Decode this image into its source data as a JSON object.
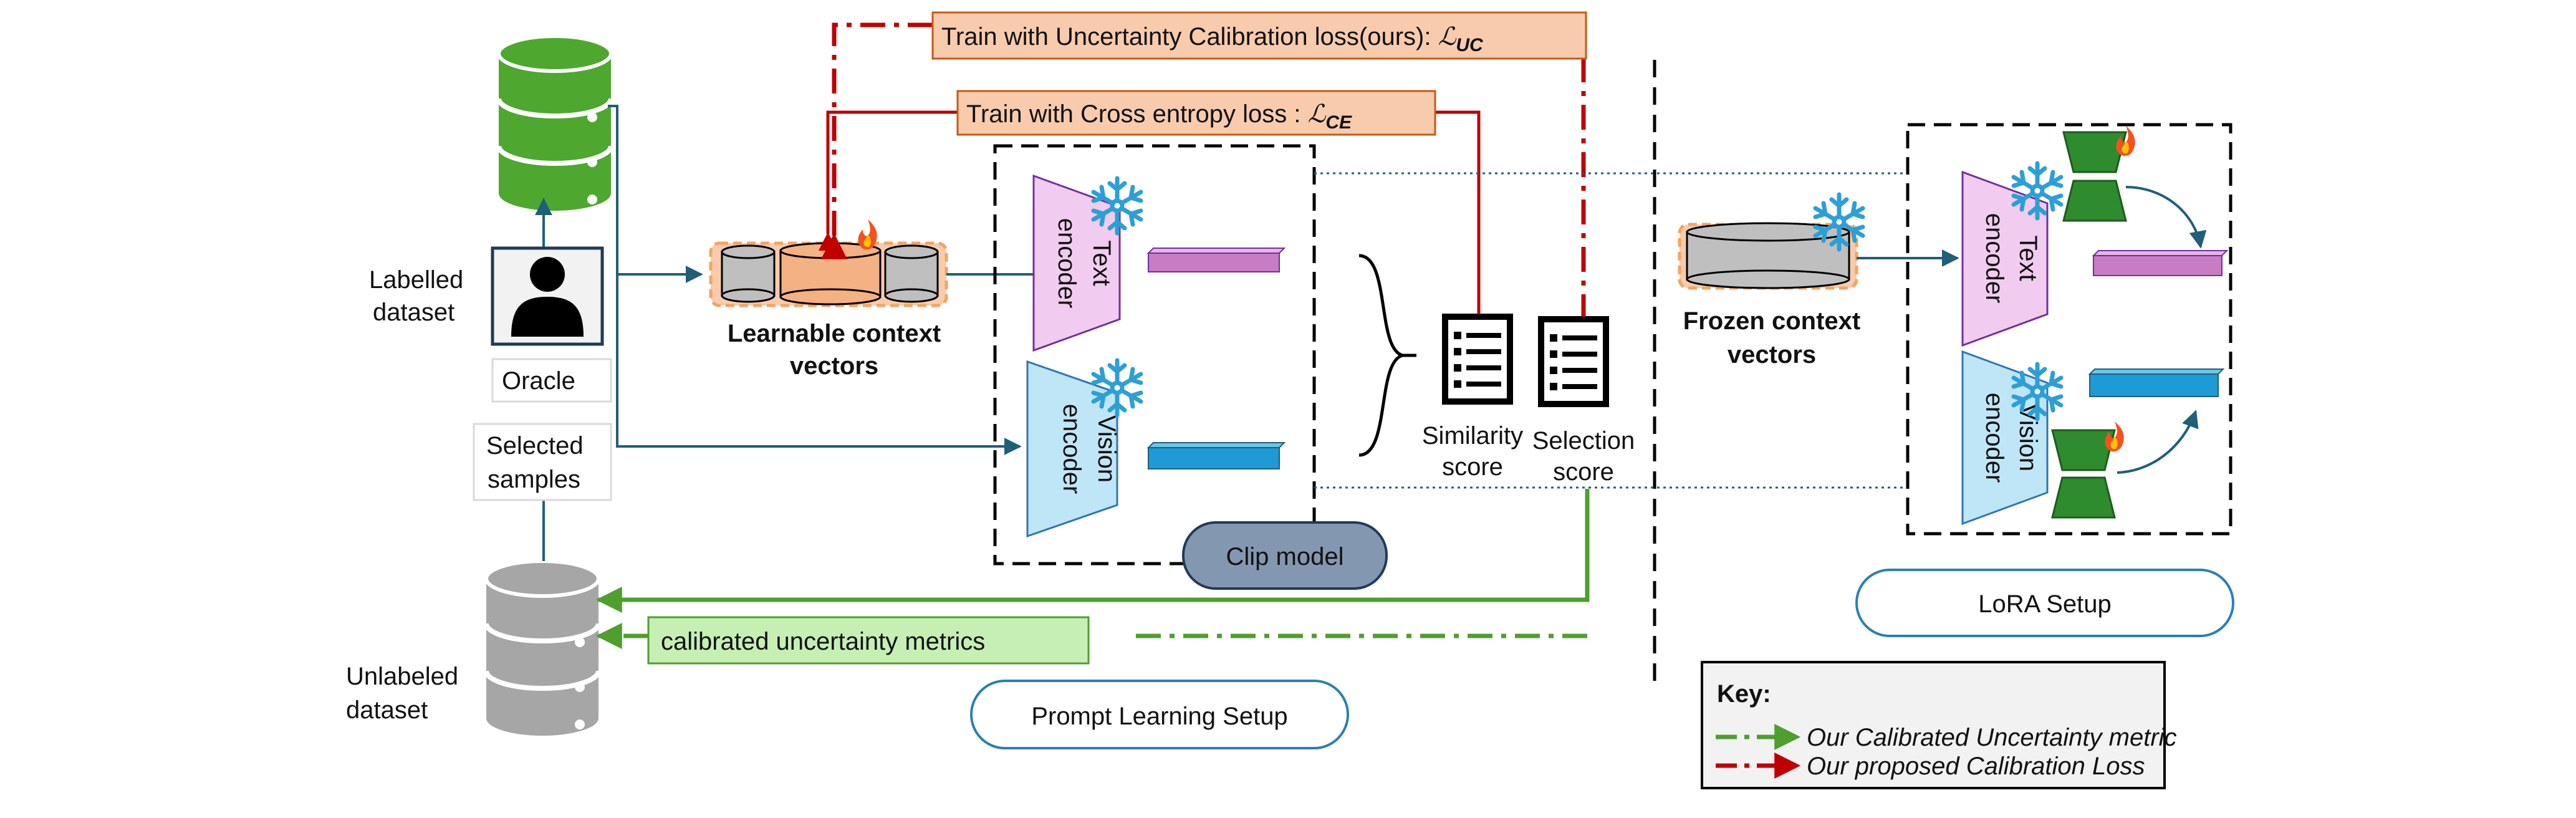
{
  "labels": {
    "labelled_dataset": [
      "Labelled",
      "dataset"
    ],
    "unlabeled_dataset": [
      "Unlabeled",
      "dataset"
    ],
    "oracle": "Oracle",
    "selected_samples": [
      "Selected",
      "samples"
    ],
    "learnable_context": [
      "Learnable context",
      "vectors"
    ],
    "text_encoder": [
      "Text",
      "encoder"
    ],
    "vision_encoder": [
      "Vision",
      "encoder"
    ],
    "clip_model": "Clip model",
    "similarity_score": [
      "Similarity",
      "score"
    ],
    "selection_score": [
      "Selection",
      "score"
    ],
    "frozen_context": [
      "Frozen context",
      "vectors"
    ],
    "calibrated_metrics": "calibrated uncertainty metrics",
    "prompt_learning_setup": "Prompt Learning Setup",
    "lora_setup": "LoRA Setup"
  },
  "banners": {
    "uc_text": "Train with Uncertainty Calibration loss(ours): ",
    "uc_symbol": "ℒ",
    "uc_sub": "UC",
    "ce_text": "Train with Cross entropy loss : ",
    "ce_symbol": "ℒ",
    "ce_sub": "CE"
  },
  "key": {
    "title": "Key:",
    "items": [
      {
        "label": "Our Calibrated Uncertainty metric",
        "color": "#4e9f2e"
      },
      {
        "label": "Our proposed Calibration Loss",
        "color": "#c00000"
      }
    ]
  },
  "colors": {
    "db_labelled": "#4ea72e",
    "db_unlabeled": "#a6a6a6",
    "text_encoder": "#f2ccf0",
    "vision_encoder": "#bfe6f7",
    "green_line": "#4e9f2e",
    "red_line": "#c00000",
    "banner_fill": "#f8cbad",
    "green_box": "#c6efb4",
    "clip_fill": "#8497b0",
    "pill_border": "#2b7fb5"
  }
}
